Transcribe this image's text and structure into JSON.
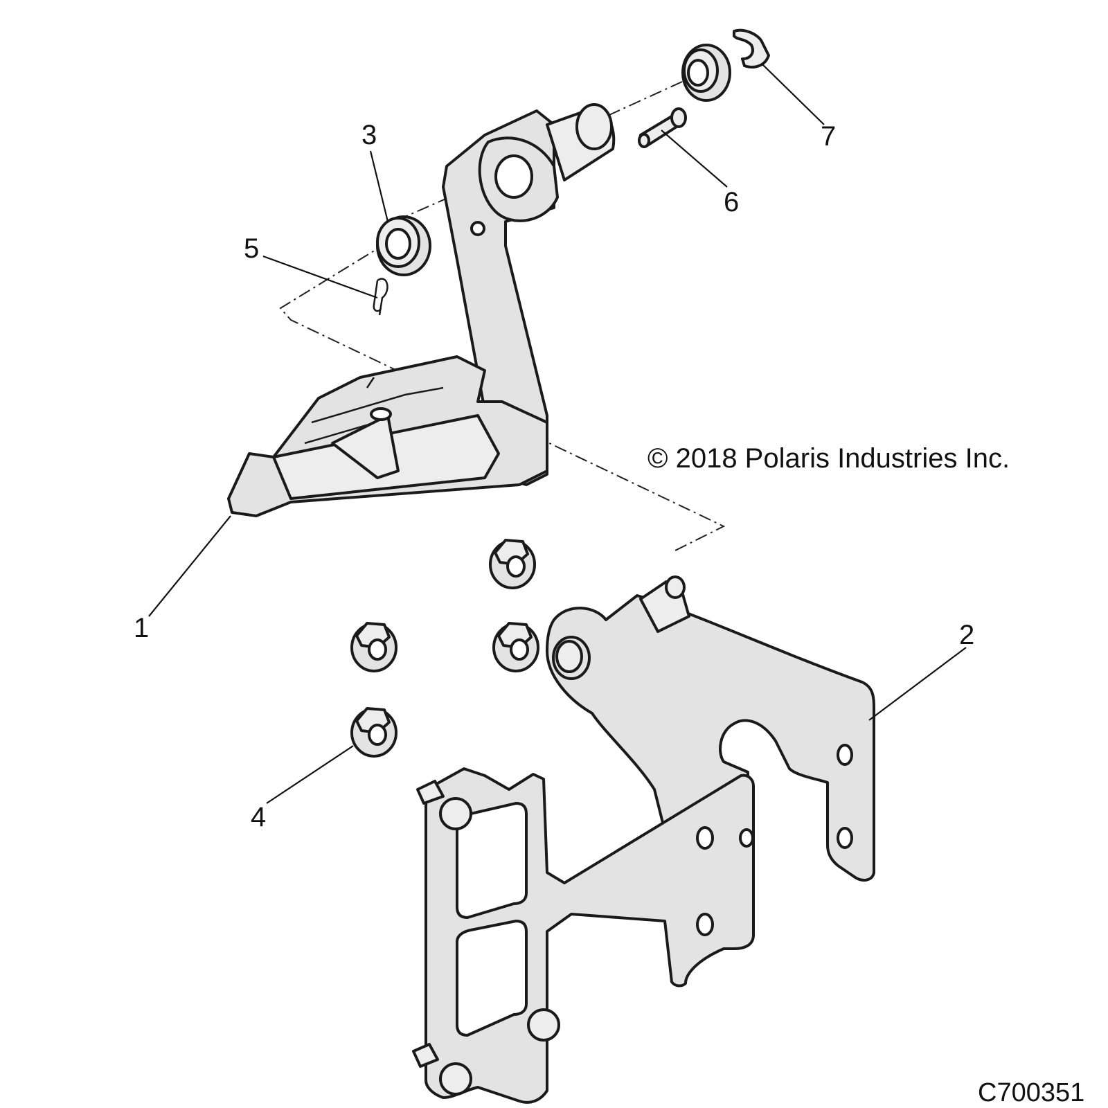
{
  "copyright": "© 2018 Polaris Industries Inc.",
  "figure_code": "C700351",
  "callouts": {
    "c1": "1",
    "c2": "2",
    "c3": "3",
    "c4": "4",
    "c5": "5",
    "c6": "6",
    "c7": "7"
  }
}
